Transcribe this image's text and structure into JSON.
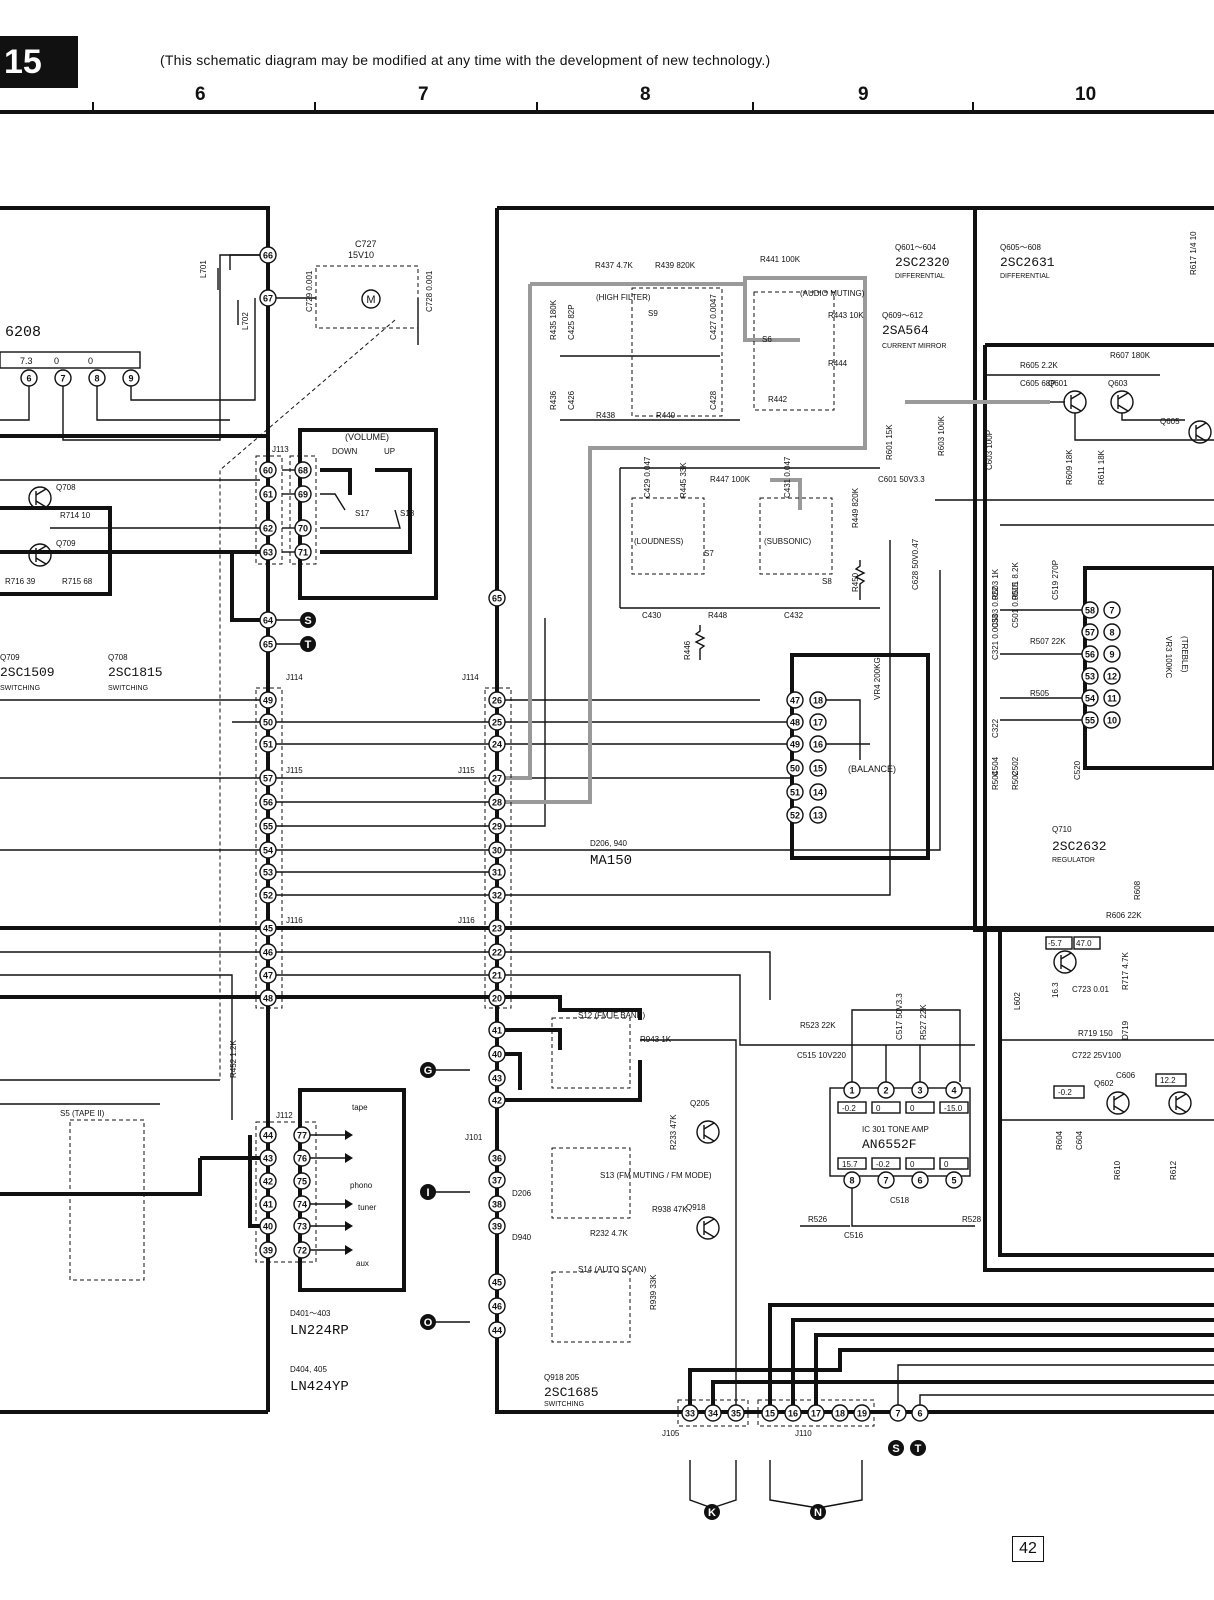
{
  "header": {
    "page_number": "15",
    "note": "(This schematic diagram may be modified at any time with the development of new technology.)",
    "grid_columns": [
      "6",
      "7",
      "8",
      "9",
      "10"
    ]
  },
  "footer": {
    "page_ref": "42"
  },
  "labels": {
    "ic_tone_amp_block": "IC 301   TONE AMP",
    "ic_tone_amp_part": "AN6552F",
    "q601_604": "Q601～604",
    "q601_604_part": "2SC2320",
    "q601_604_desc": "DIFFERENTIAL",
    "q605_608": "Q605～608",
    "q605_608_part": "2SC2631",
    "q605_608_desc": "DIFFERENTIAL",
    "q609_612": "Q609～612",
    "q609_612_part": "2SA564",
    "q609_612_desc": "CURRENT MIRROR",
    "q710": "Q710",
    "q710_part": "2SC2632",
    "q710_desc": "REGULATOR",
    "q709": "Q709",
    "q709_part": "2SC1509",
    "q709_desc": "SWITCHING",
    "q708": "Q708",
    "q708_part": "2SC1815",
    "q708_desc": "SWITCHING",
    "d206_940": "D206, 940",
    "d206_940_part": "MA150",
    "d401_403": "D401～403",
    "d401_403_part": "LN224RP",
    "d404_405": "D404, 405",
    "d404_405_part": "LN424YP",
    "q918_205": "Q918  205",
    "q918_205_part": "2SC1685",
    "q918_205_desc": "SWITCHING",
    "ic_left_fragment": "6208",
    "volume": "(VOLUME)",
    "vol_down": "DOWN",
    "vol_up": "UP",
    "s17": "S17",
    "s18": "S18",
    "high_filter": "(HIGH FILTER)",
    "s9": "S9",
    "audio_muting": "(AUDIO MUTING)",
    "s6": "S6",
    "loudness": "(LOUDNESS)",
    "s7": "S7",
    "subsonic": "(SUBSONIC)",
    "s8": "S8",
    "balance": "(BALANCE)",
    "vr4": "VR4 200KG",
    "treble": "(TREBLE)",
    "vr3": "VR3 100KC",
    "s5_tape": "S5 (TAPE II)",
    "s12_fm_if": "S12  (FM IF BAND)",
    "s13_fm_muting": "S13  (FM MUTING / FM MODE)",
    "s14_auto_scan": "S14  (AUTO SCAN)",
    "led_tape": "tape",
    "led_phono": "phono",
    "led_tuner": "tuner",
    "led_aux": "aux",
    "j113": "J113",
    "j114": "J114",
    "j114b": "J114",
    "j115": "J115",
    "j115b": "J115",
    "j116": "J116",
    "j116b": "J116",
    "j112": "J112",
    "j101": "J101",
    "j105": "J105",
    "j110": "J110",
    "c727": "C727",
    "c727_val": "15V10",
    "c729": "C729 0.001",
    "c728": "C728 0.001",
    "l701": "L701",
    "l702": "L702",
    "r714": "R714 10",
    "r716": "R716 39",
    "r715": "R715 68",
    "r437": "R437 4.7K",
    "r439": "R439 820K",
    "r435": "R435 180K",
    "c425": "C425 82P",
    "c427": "C427 0.0047",
    "r441": "R441 100K",
    "r443": "R443 10K",
    "r444": "R444",
    "r442": "R442",
    "r436": "R436",
    "c426": "C426",
    "r438": "R438",
    "r440": "R440",
    "c428": "C428",
    "c429": "C429 0.047",
    "r445": "R445 33K",
    "r447": "R447 100K",
    "c431": "C431 0.047",
    "r449": "R449 820K",
    "r450": "R450",
    "c430": "C430",
    "r448": "R448",
    "c432": "C432",
    "r446": "R446",
    "r601": "R601 15K",
    "r603": "R603 100K",
    "c601": "C601 50V3.3",
    "c628": "C628 50V0.47",
    "c603": "C603 100P",
    "r605": "R605 2.2K",
    "c605": "C605 68P",
    "r607": "R607 180K",
    "r609": "R609 18K",
    "r611": "R611 18K",
    "r617": "R617 1/4 10",
    "r503": "R503 1K",
    "r501": "R501 8.2K",
    "c503": "C503 0.022",
    "c501": "C501 0.0015",
    "c519": "C519 270P",
    "c321": "C321 0.0033",
    "r507": "R507 22K",
    "r505": "R505",
    "c322": "C322",
    "c504": "C504",
    "c502": "C502",
    "c520": "C520",
    "r504": "R504",
    "r502": "R502",
    "r608": "R608",
    "r606": "R606 22K",
    "r717": "R717 4.7K",
    "c723": "C723 0.01",
    "r719": "R719 150",
    "d719": "D719",
    "c722": "C722 25V100",
    "l602": "L602",
    "c606": "C606",
    "q602": "Q602",
    "r604": "R604",
    "c604": "C604",
    "r610": "R610",
    "r612": "R612",
    "r523": "R523 22K",
    "c515": "C515 10V220",
    "c517": "C517 50V3.3",
    "r527": "R527 22K",
    "c518": "C518",
    "r526": "R526",
    "c516": "C516",
    "r528": "R528",
    "r452": "R452 1.2K",
    "r943": "R943 1K",
    "q205": "Q205",
    "r233": "R233 47K",
    "q918": "Q918",
    "r938": "R938 47K",
    "r232": "R232 4.7K",
    "r939": "R939 33K",
    "d206": "D206",
    "d940": "D940",
    "q601": "Q601",
    "q603": "Q603",
    "q605": "Q605",
    "v_q710a": "-5.7",
    "v_q710b": "47.0",
    "v_163": "16.3",
    "v_m02": "-0.2",
    "v_122": "12.2",
    "ic_pins_top_v": [
      "-0.2",
      "0",
      "0",
      "-15.0"
    ],
    "ic_pins_bot_v": [
      "15.7",
      "-0.2",
      "0",
      "0"
    ],
    "j_vals": [
      "7.3",
      "0",
      "0"
    ]
  },
  "connector_pins": {
    "j113": [
      "66",
      "67",
      "60",
      "61",
      "62",
      "63",
      "64",
      "65"
    ],
    "volume_sw": [
      "68",
      "69",
      "70",
      "71"
    ],
    "j114_left": [
      "49",
      "50",
      "51"
    ],
    "j115_left": [
      "57",
      "56",
      "55",
      "54",
      "53",
      "52"
    ],
    "j116_left": [
      "45",
      "46",
      "47",
      "48"
    ],
    "j114_right": [
      "65",
      "26",
      "25",
      "24"
    ],
    "j115_right": [
      "27",
      "28",
      "29",
      "30",
      "31",
      "32"
    ],
    "j116_right": [
      "23",
      "22",
      "21",
      "20"
    ],
    "s12_pins": [
      "41",
      "40",
      "43",
      "42"
    ],
    "j112_left": [
      "44",
      "43",
      "42",
      "41",
      "40",
      "39"
    ],
    "j112_right": [
      "77",
      "76",
      "75",
      "74",
      "73",
      "72"
    ],
    "j101": [
      "36",
      "37",
      "38",
      "39"
    ],
    "s14_pins": [
      "45",
      "46",
      "44"
    ],
    "balance_left": [
      "47",
      "48",
      "49",
      "50",
      "51",
      "52"
    ],
    "balance_right": [
      "18",
      "17",
      "16",
      "15",
      "14",
      "13"
    ],
    "treble_left": [
      "58",
      "57",
      "56",
      "53",
      "54",
      "55"
    ],
    "treble_right": [
      "7",
      "8",
      "9",
      "12",
      "11",
      "10"
    ],
    "ic_top": [
      "1",
      "2",
      "3",
      "4"
    ],
    "ic_bottom": [
      "8",
      "7",
      "6",
      "5"
    ],
    "j105": [
      "33",
      "34",
      "35"
    ],
    "j110": [
      "15",
      "16",
      "17",
      "18",
      "19"
    ],
    "bottom_right": [
      "7",
      "6"
    ],
    "left_ic_pins": [
      "6",
      "7",
      "8",
      "9"
    ]
  },
  "markers": {
    "S": "S",
    "T": "T",
    "G": "G",
    "I": "I",
    "O": "O",
    "K": "K",
    "N": "N"
  }
}
